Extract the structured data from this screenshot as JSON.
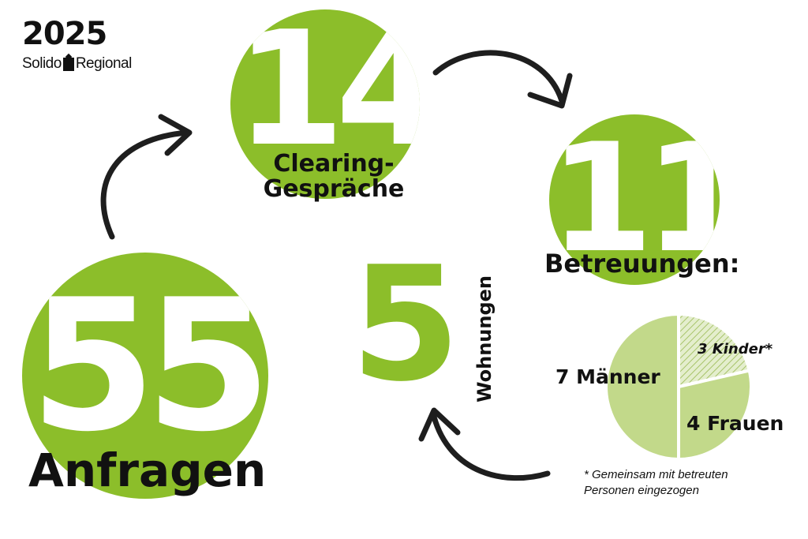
{
  "header": {
    "year": "2025",
    "brand_left": "Solido",
    "brand_right": "Regional"
  },
  "stats": {
    "inquiries": {
      "number": "55",
      "label": "Anfragen"
    },
    "clearing": {
      "number": "14",
      "label_line1": "Clearing-",
      "label_line2": "Gespräche"
    },
    "support": {
      "number": "11",
      "label": "Betreuungen:"
    },
    "housing": {
      "number": "5",
      "label": "Wohnungen"
    }
  },
  "pie": {
    "slices": [
      {
        "label": "7 Männer",
        "value": 7,
        "color": "#c2d98a"
      },
      {
        "label": "4 Frauen",
        "value": 4,
        "color": "#c2d98a"
      },
      {
        "label": "3 Kinder*",
        "value": 3,
        "color": "hatched"
      }
    ]
  },
  "footnote": {
    "line1": "* Gemeinsam mit betreuten",
    "line2": "Personen eingezogen"
  },
  "colors": {
    "accent": "#8cbe2a",
    "pie_fill": "#c2d98a",
    "text": "#111111"
  }
}
